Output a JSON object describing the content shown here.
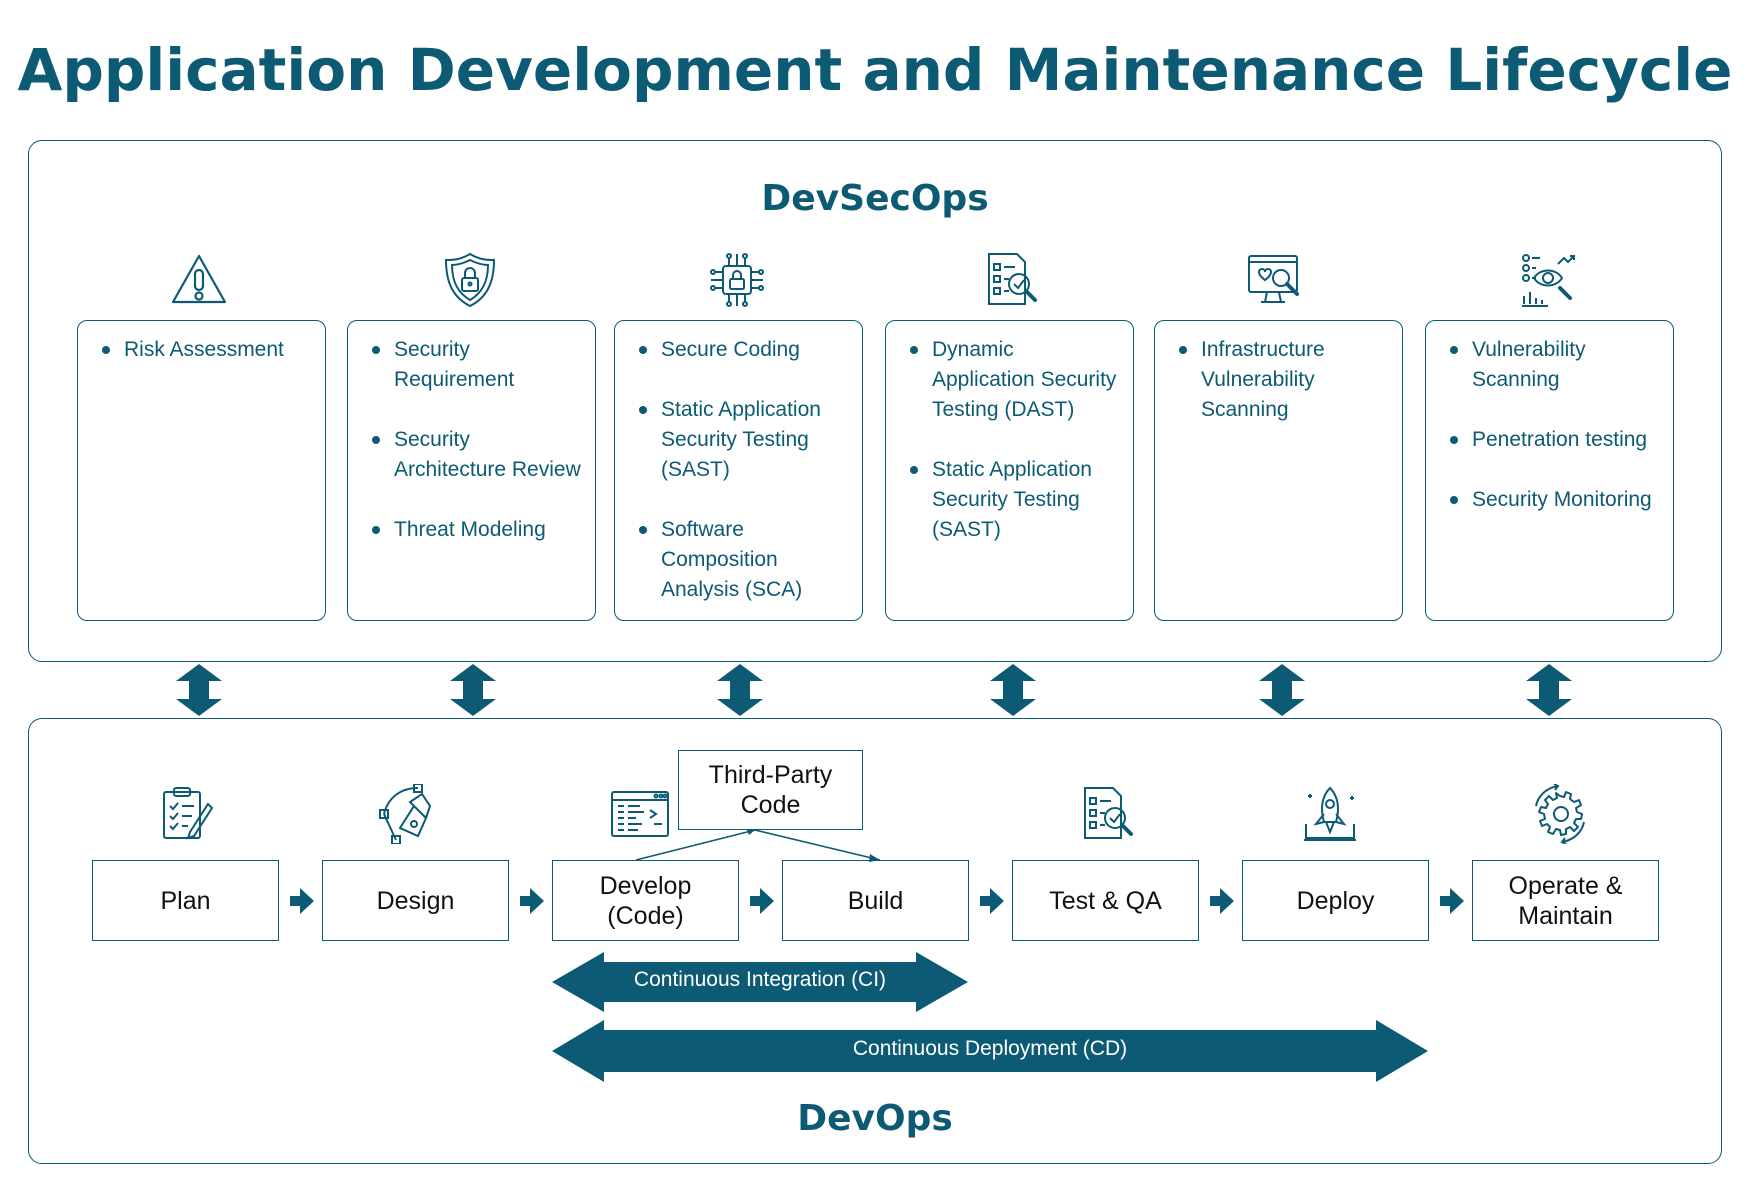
{
  "title": "Application Development and Maintenance Lifecycle",
  "devsecops": {
    "title": "DevSecOps",
    "columns": [
      {
        "icon": "warning-icon",
        "items": [
          "Risk Assessment"
        ]
      },
      {
        "icon": "shield-lock-icon",
        "items": [
          "Security Requirement",
          "Security Architecture Review",
          "Threat Modeling"
        ]
      },
      {
        "icon": "chip-lock-icon",
        "items": [
          "Secure Coding",
          "Static Application Security Testing (SAST)",
          "Software Composition Analysis (SCA)"
        ]
      },
      {
        "icon": "document-check-icon",
        "items": [
          "Dynamic Application Security Testing (DAST)",
          "Static Application Security Testing (SAST)"
        ]
      },
      {
        "icon": "monitor-search-icon",
        "items": [
          "Infrastructure Vulnerability Scanning"
        ]
      },
      {
        "icon": "eye-analytics-icon",
        "items": [
          "Vulnerability Scanning",
          "Penetration testing",
          "Security Monitoring"
        ]
      }
    ]
  },
  "devops": {
    "title": "DevOps",
    "stages": [
      {
        "label": "Plan",
        "icon": "clipboard-icon"
      },
      {
        "label": "Design",
        "icon": "pen-tool-icon"
      },
      {
        "label": "Develop (Code)",
        "icon": "code-window-icon"
      },
      {
        "label": "Build",
        "icon": ""
      },
      {
        "label": "Test & QA",
        "icon": "document-check-icon"
      },
      {
        "label": "Deploy",
        "icon": "rocket-icon"
      },
      {
        "label": "Operate & Maintain",
        "icon": "gear-icon"
      }
    ],
    "third_party": "Third-Party Code",
    "ci": "Continuous Integration (CI)",
    "cd": "Continuous Deployment (CD)"
  },
  "colors": {
    "primary": "#0c5a74",
    "text": "#111111",
    "background": "#ffffff"
  }
}
